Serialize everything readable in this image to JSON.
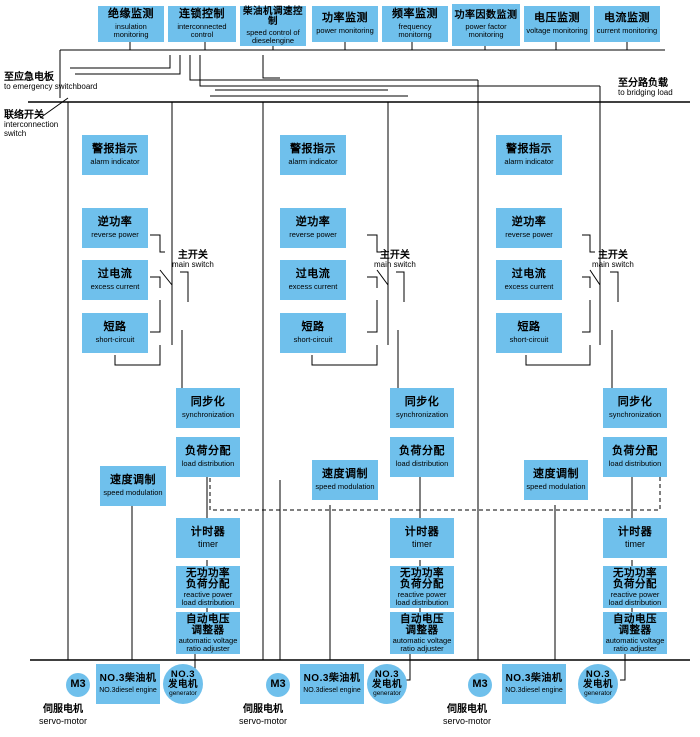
{
  "top_monitors": [
    {
      "zh": "绝缘监测",
      "en": "insulation monitoring"
    },
    {
      "zh": "连锁控制",
      "en": "interconnected control"
    },
    {
      "zh": "柴油机调速控制",
      "en": "speed control of dieselengine"
    },
    {
      "zh": "功率监测",
      "en": "power monitoring"
    },
    {
      "zh": "频率监测",
      "en": "frequency monitorng"
    },
    {
      "zh": "功率因数监测",
      "en": "power factor monitoring"
    },
    {
      "zh": "电压监测",
      "en": "voltage monitoring"
    },
    {
      "zh": "电流监测",
      "en": "current monitoring"
    }
  ],
  "left_labels": {
    "emergency_zh": "至应急电板",
    "emergency_en": "to emergency switchboard",
    "interconnect_zh": "联络开关",
    "interconnect_en": "interconnection switch"
  },
  "right_label": {
    "zh": "至分路负载",
    "en": "to bridging load"
  },
  "protection": {
    "alarm": {
      "zh": "警报指示",
      "en": "alarm indicator"
    },
    "reverse": {
      "zh": "逆功率",
      "en": "reverse power"
    },
    "excess": {
      "zh": "过电流",
      "en": "excess current"
    },
    "short": {
      "zh": "短路",
      "en": "short-circuit"
    }
  },
  "main_switch": {
    "zh": "主开关",
    "en": "main switch"
  },
  "control": {
    "sync": {
      "zh": "同步化",
      "en": "synchronization"
    },
    "load": {
      "zh": "负荷分配",
      "en": "load distribution"
    },
    "speed": {
      "zh": "速度调制",
      "en": "speed modulation"
    },
    "timer": {
      "zh": "计时器",
      "en": "timer"
    },
    "reactive": {
      "zh1": "无功功率",
      "zh2": "负荷分配",
      "en1": "reactive power",
      "en2": "load distribution"
    },
    "avr": {
      "zh1": "自动电压",
      "zh2": "调整器",
      "en1": "automatic voltage",
      "en2": "ratio adjuster"
    }
  },
  "bottom": {
    "servo_zh": "伺服电机",
    "servo_en": "servo-motor",
    "m3": "M3",
    "engine_zh": "NO.3柴油机",
    "engine_en": "NO.3diesel engine",
    "gen_zh1": "NO.3",
    "gen_zh2": "发电机",
    "gen_en": "generator"
  }
}
